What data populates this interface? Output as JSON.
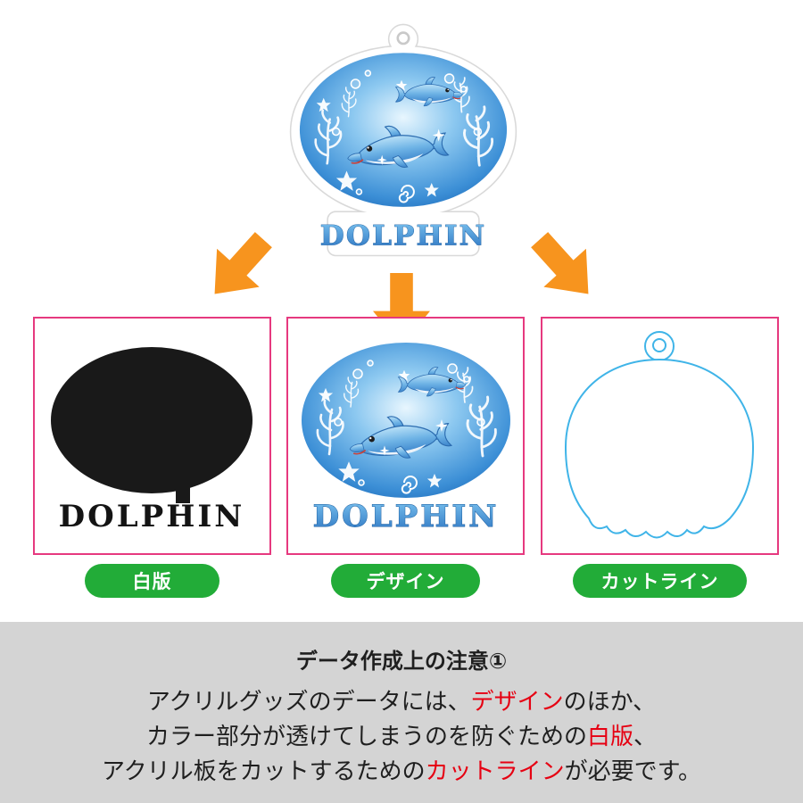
{
  "keychain": {
    "title": "DOLPHIN"
  },
  "panels": {
    "white_plate": {
      "label": "白版",
      "text": "DOLPHIN"
    },
    "design": {
      "label": "デザイン",
      "text": "DOLPHIN"
    },
    "cutline": {
      "label": "カットライン"
    }
  },
  "note": {
    "title": "データ作成上の注意①",
    "line1": {
      "pre": "アクリルグッズのデータには、",
      "red": "デザイン",
      "post": "のほか、"
    },
    "line2": {
      "pre": "カラー部分が透けてしまうのを防ぐための",
      "red": "白版",
      "post": "、"
    },
    "line3": {
      "pre": "アクリル板をカットするための",
      "red": "カットライン",
      "post": "が必要です。"
    }
  },
  "colors": {
    "arrow_orange": "#f7941e",
    "panel_border_pink": "#e6397f",
    "label_green": "#22ac38",
    "highlight_red": "#e60012",
    "note_background": "#d4d4d4",
    "cutline_blue": "#3fb4e8",
    "sea_blue_dark": "#1763b4"
  }
}
